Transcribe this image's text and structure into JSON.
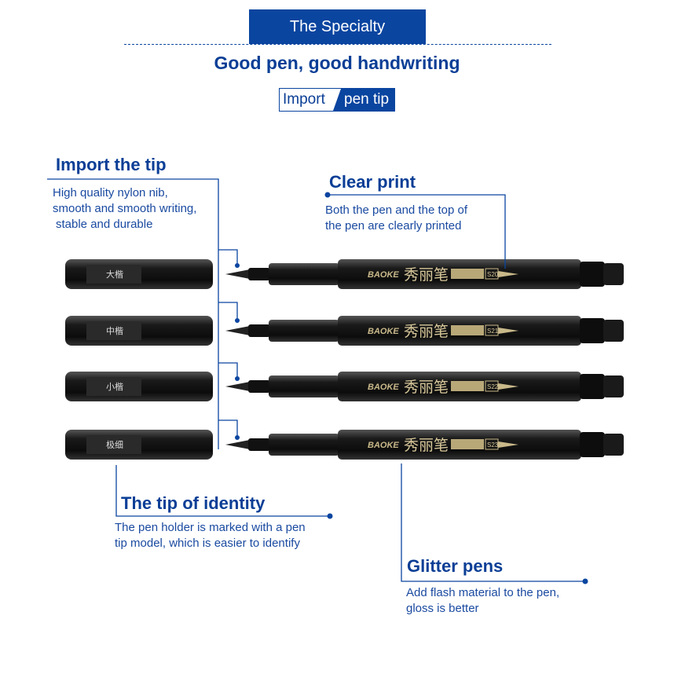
{
  "header": {
    "banner": "The Specialty",
    "subtitle": "Good pen, good handwriting",
    "tag_left": "Import",
    "tag_right": "pen tip"
  },
  "callouts": {
    "import_tip": {
      "title": "Import the tip",
      "lines": [
        "High quality nylon nib,",
        "smooth and smooth writing,",
        "stable and durable"
      ]
    },
    "clear_print": {
      "title": "Clear print",
      "lines": [
        "Both the pen and the top of",
        "the pen are clearly printed"
      ]
    },
    "tip_identity": {
      "title": "The tip of identity",
      "lines": [
        "The pen holder is marked with a pen",
        "tip model, which is easier to identify"
      ]
    },
    "glitter": {
      "title": "Glitter pens",
      "lines": [
        "Add flash material to the pen,",
        "gloss is better"
      ]
    }
  },
  "pens": [
    {
      "cap_label": "大楷",
      "brand": "BAOKE",
      "name": "秀丽笔",
      "model": "S20"
    },
    {
      "cap_label": "中楷",
      "brand": "BAOKE",
      "name": "秀丽笔",
      "model": "S21"
    },
    {
      "cap_label": "小楷",
      "brand": "BAOKE",
      "name": "秀丽笔",
      "model": "S22"
    },
    {
      "cap_label": "极细",
      "brand": "BAOKE",
      "name": "秀丽笔",
      "model": "S23"
    }
  ],
  "colors": {
    "accent": "#0a45a0"
  }
}
